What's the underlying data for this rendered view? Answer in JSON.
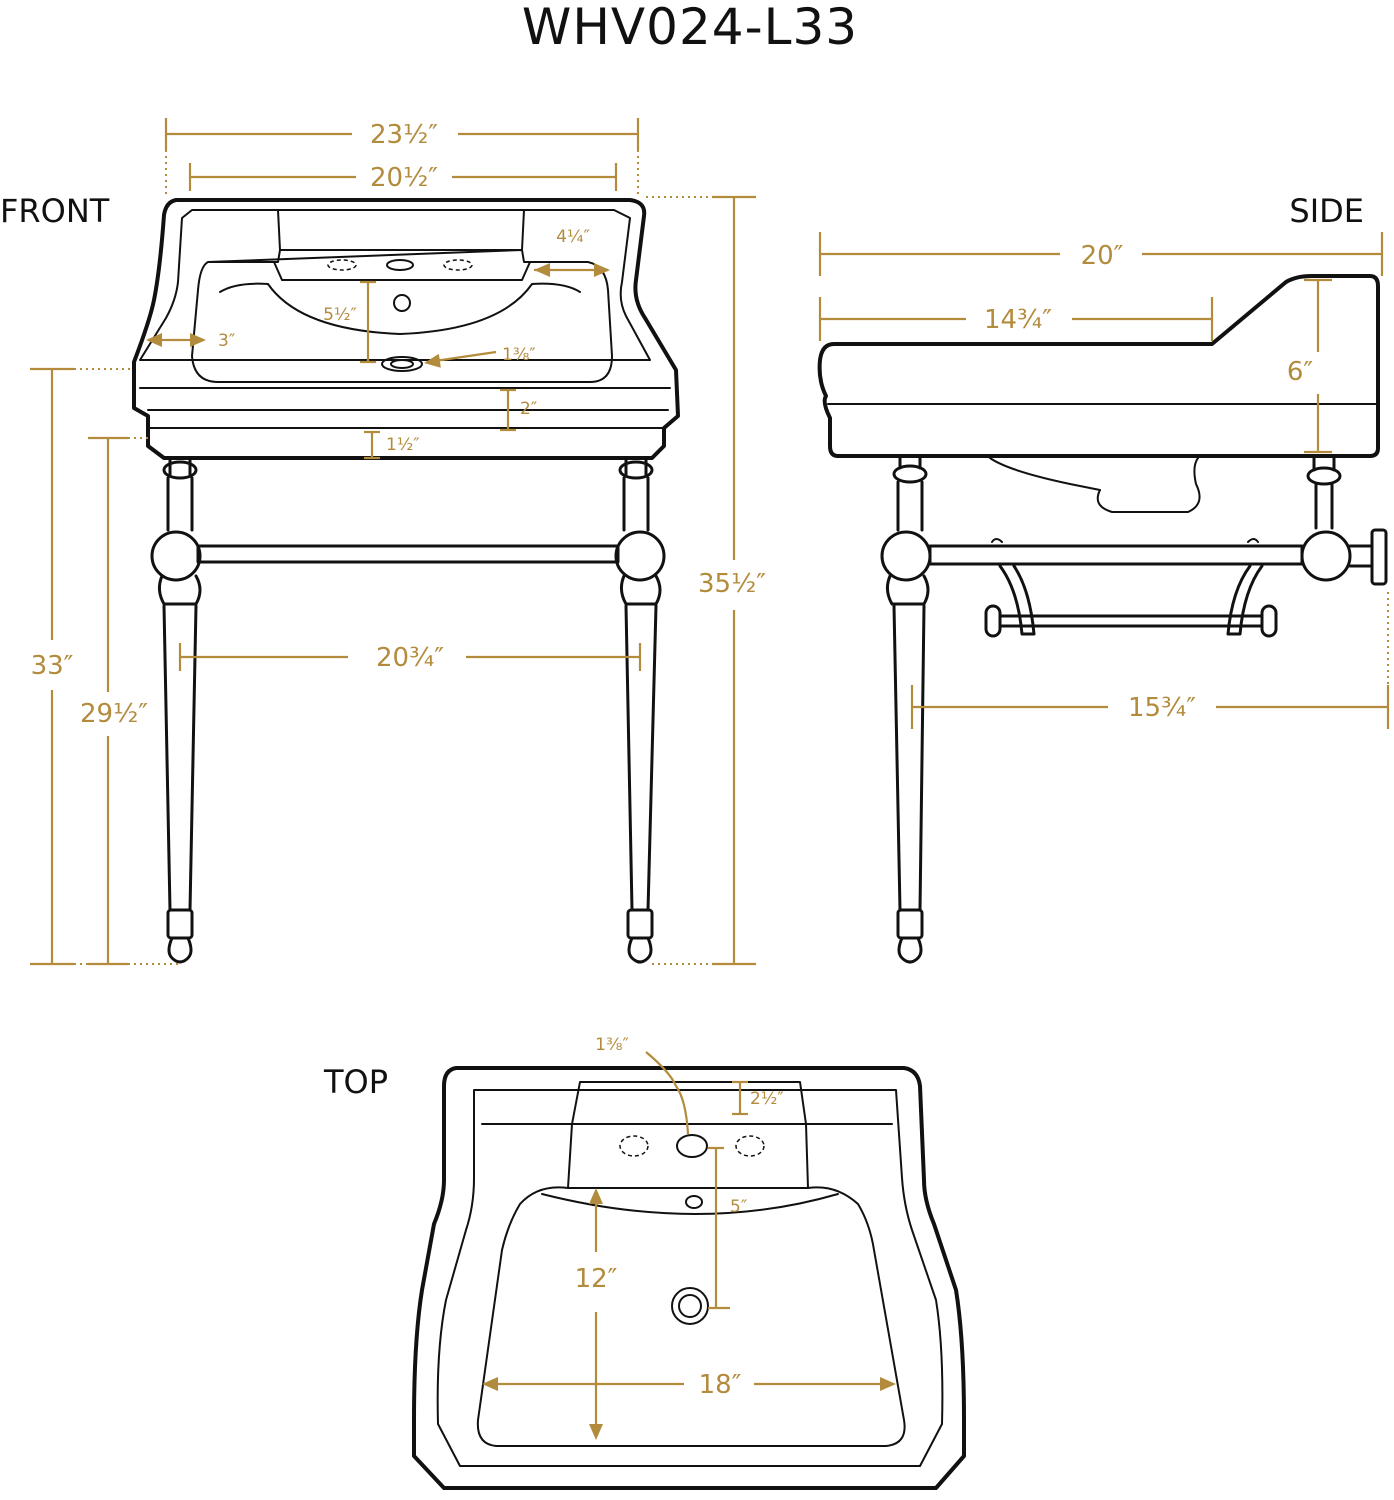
{
  "title": "WHV024-L33",
  "views": {
    "front": "FRONT",
    "side": "SIDE",
    "top": "TOP"
  },
  "accent_color": "#b38b3d",
  "line_color": "#111111",
  "dimensions": {
    "front_overall_width": "23½″",
    "front_basin_width": "20½″",
    "front_deck_depth": "4¼″",
    "front_rim": "3″",
    "front_bowl_depth": "5½″",
    "front_drain": "1⅜″",
    "front_apron": "2″",
    "front_bottom_lip": "1½″",
    "front_leg_spread": "20¾″",
    "front_height_33": "33″",
    "front_height_29": "29½″",
    "front_height_35": "35½″",
    "side_overall_depth": "20″",
    "side_basin_depth": "14¾″",
    "side_backsplash": "6″",
    "side_leg_depth": "15¾″",
    "top_faucet_hole": "1⅜″",
    "top_deck": "2½″",
    "top_drain_offset": "5″",
    "top_bowl_length": "12″",
    "top_bowl_width": "18″"
  }
}
